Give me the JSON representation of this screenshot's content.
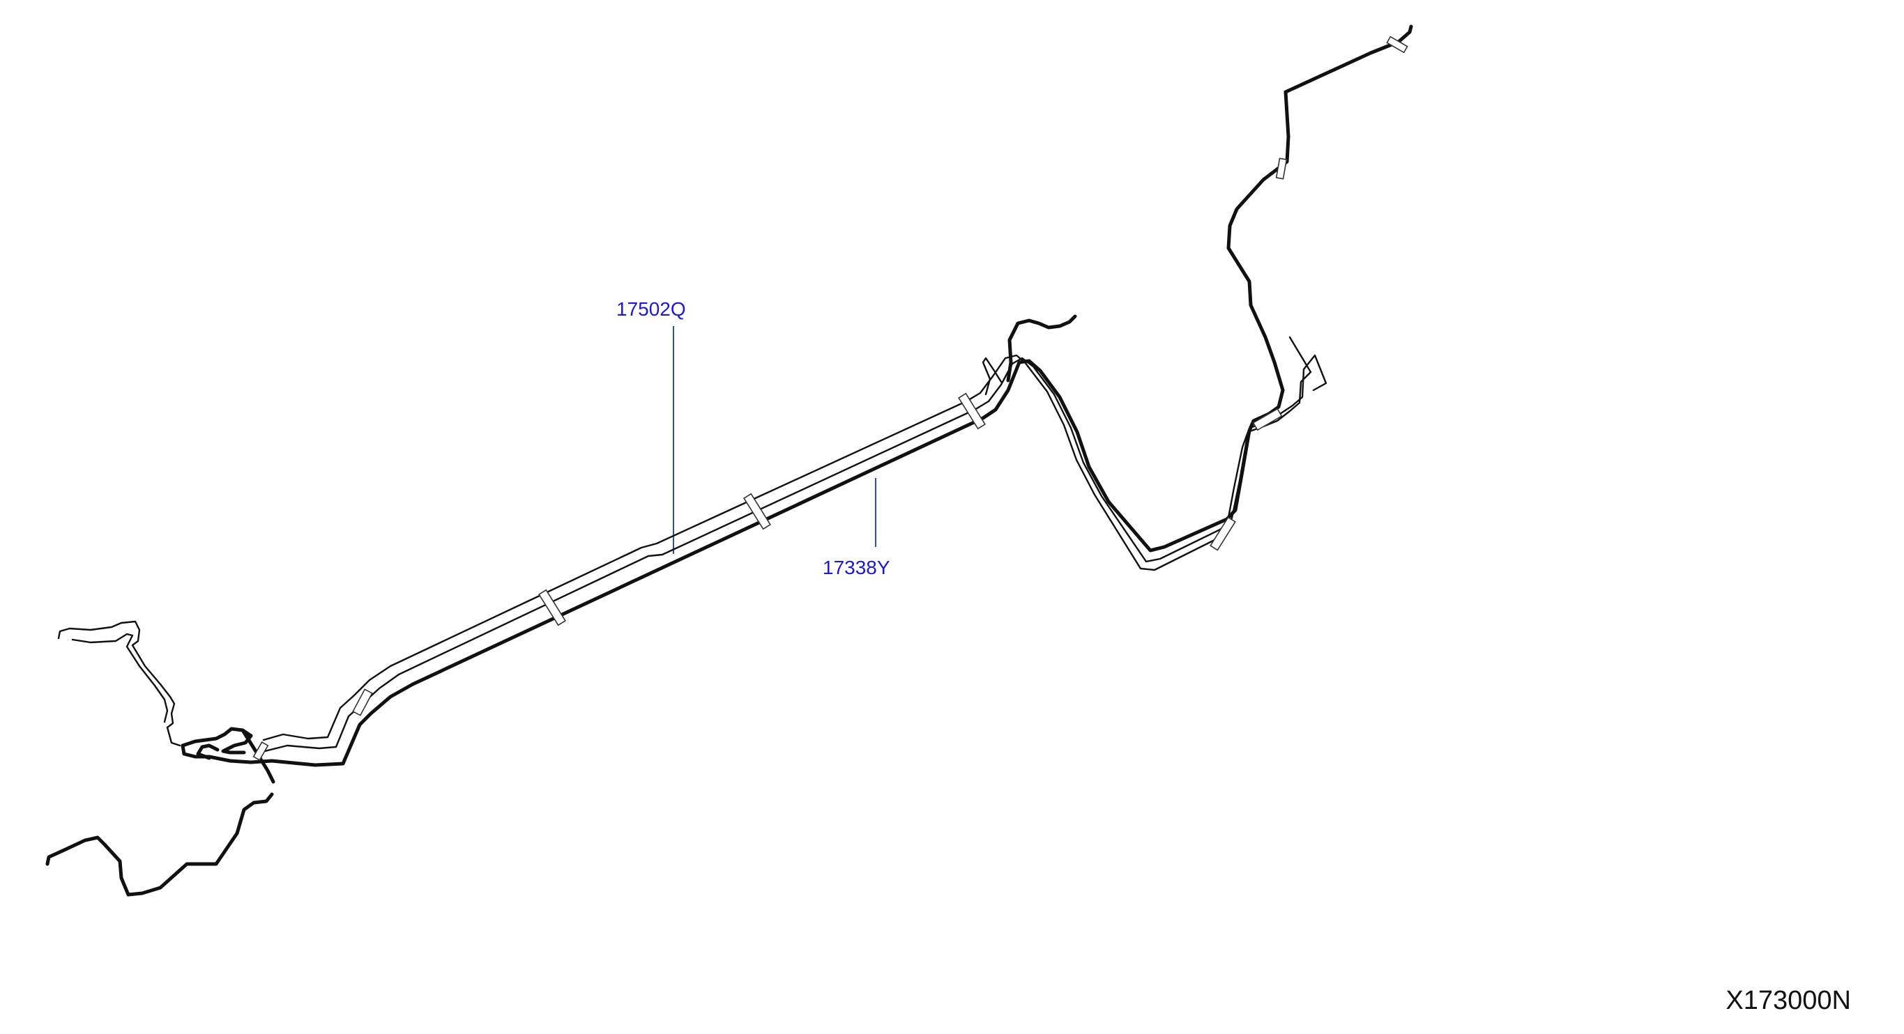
{
  "diagram": {
    "callouts": [
      {
        "id": "17502q",
        "label": "17502Q"
      },
      {
        "id": "17338y",
        "label": "17338Y"
      }
    ],
    "diagram_code": "X173000N",
    "colors": {
      "callout_text": "#1a1ad6",
      "leader_line": "#2f4fb0",
      "tube": "#111111",
      "background": "#ffffff"
    }
  }
}
